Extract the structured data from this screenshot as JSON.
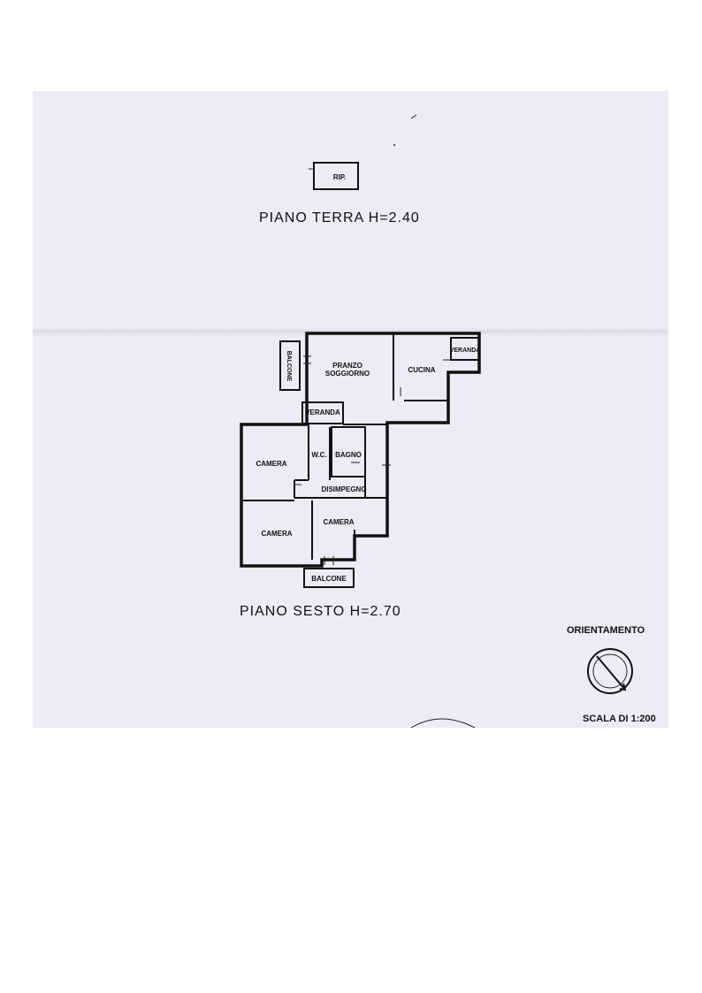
{
  "plan": {
    "ground_floor": {
      "title": "PIANO TERRA H=2.40",
      "rooms": {
        "ripostiglio": "RIP."
      }
    },
    "sixth_floor": {
      "title": "PIANO SESTO H=2.70",
      "rooms": {
        "balcone_top": "BALCONE",
        "pranzo": "PRANZO",
        "soggiorno": "SOGGIORNO",
        "cucina": "CUCINA",
        "veranda_right": "VERANDA",
        "veranda_center": "VERANDA",
        "camera_1": "CAMERA",
        "wc": "W.C.",
        "bagno": "BAGNO",
        "disimpegno": "DISIMPEGNO",
        "camera_2": "CAMERA",
        "camera_3": "CAMERA",
        "balcone_bottom": "BALCONE"
      }
    },
    "orientation_label": "ORIENTAMENTO",
    "scale_label": "SCALA DI 1:200"
  }
}
